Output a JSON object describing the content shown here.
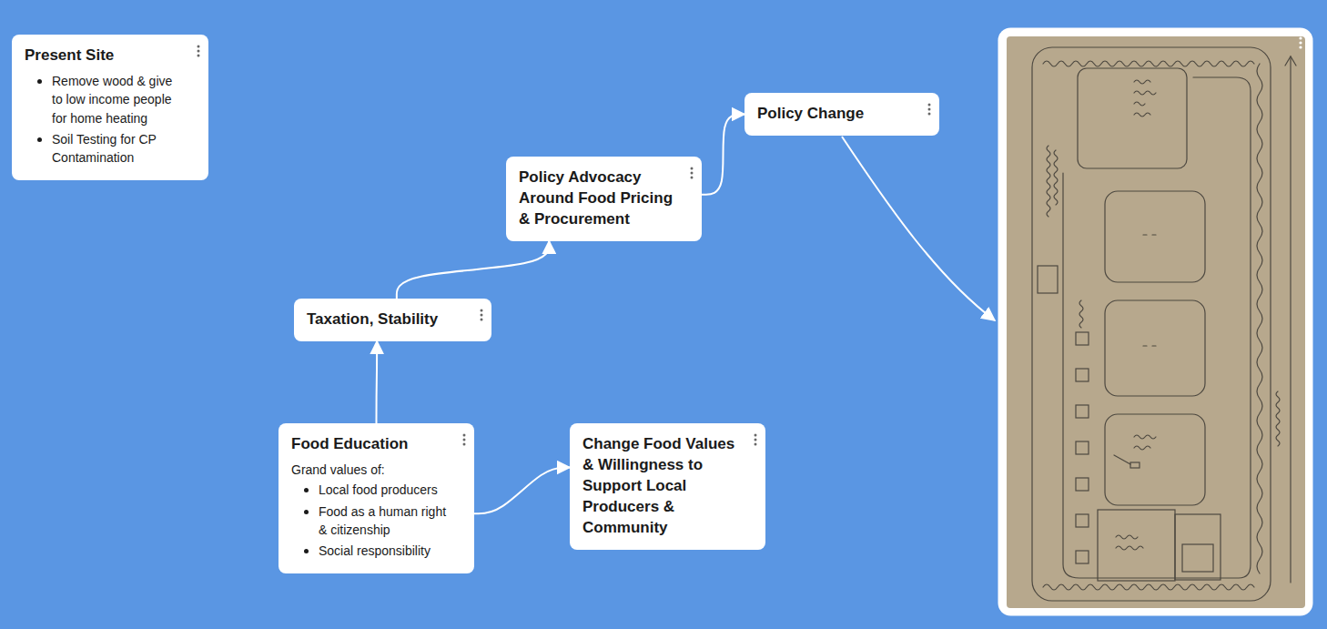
{
  "diagram": {
    "nodes": [
      {
        "text": [
          "Present Site",
          "Remove wood & give to low income people for home heating",
          "Soil Testing for CP Contamination"
        ]
      },
      {
        "text": [
          "Food Education",
          "Grand values of:",
          "Local food producers",
          "Food as a human right & citizenship",
          "Social responsibility"
        ]
      },
      {
        "text": [
          "Taxation, Stability"
        ]
      },
      {
        "text": [
          "Policy Advocacy Around Food Pricing & Procurement"
        ]
      },
      {
        "text": [
          "Policy Change"
        ]
      },
      {
        "text": [
          "Change Food Values & Willingness to Support Local Producers & Community"
        ]
      }
    ],
    "edges": [
      {
        "from": 1,
        "to": 2,
        "arrow": "to"
      },
      {
        "from": 2,
        "to": 3,
        "arrow": "to"
      },
      {
        "from": 3,
        "to": 4,
        "arrow": "to"
      },
      {
        "from": 1,
        "to": 5,
        "arrow": "to"
      }
    ]
  }
}
